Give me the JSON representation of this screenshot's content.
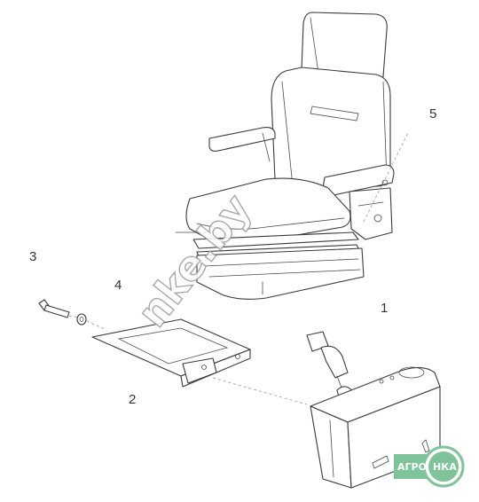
{
  "callouts": {
    "part_1": "1",
    "part_2": "2",
    "part_3": "3",
    "part_4": "4",
    "part_5": "5"
  },
  "watermark": {
    "text": "nke.by",
    "color": "#9a9a9a"
  },
  "brand_logo": {
    "text_left": "АГРО",
    "text_right": "НКА",
    "color": "#7fc39a"
  }
}
